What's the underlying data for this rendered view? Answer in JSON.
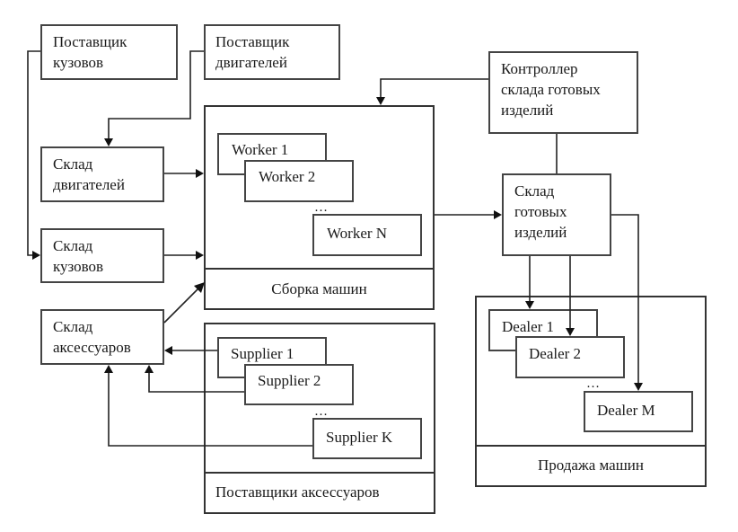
{
  "diagram": {
    "nodes": {
      "body_supplier": {
        "label": "Поставщик\nкузовов"
      },
      "engine_supplier": {
        "label": "Поставщик\nдвигателей"
      },
      "engine_warehouse": {
        "label": "Склад\nдвигателей"
      },
      "body_warehouse": {
        "label": "Склад\nкузовов"
      },
      "accessory_warehouse": {
        "label": "Склад\nаксессуаров"
      },
      "controller": {
        "label": "Контроллер\nсклада готовых\nизделий"
      },
      "finished_warehouse": {
        "label": "Склад\nготовых\nизделий"
      }
    },
    "assembly": {
      "title": "Сборка машин",
      "workers": [
        "Worker 1",
        "Worker 2",
        "Worker N"
      ],
      "ellipsis": "…"
    },
    "accessory_suppliers": {
      "title": "Поставщики аксессуаров",
      "suppliers": [
        "Supplier 1",
        "Supplier 2",
        "Supplier K"
      ],
      "ellipsis": "…"
    },
    "sales": {
      "title": "Продажа машин",
      "dealers": [
        "Dealer 1",
        "Dealer 2",
        "Dealer M"
      ],
      "ellipsis": "…"
    },
    "edges": [
      {
        "from": "Поставщик кузовов",
        "to": "Склад кузовов"
      },
      {
        "from": "Поставщик двигателей",
        "to": "Склад двигателей"
      },
      {
        "from": "Склад двигателей",
        "to": "Сборка машин"
      },
      {
        "from": "Склад кузовов",
        "to": "Сборка машин"
      },
      {
        "from": "Склад аксессуаров",
        "to": "Сборка машин"
      },
      {
        "from": "Supplier 1",
        "to": "Склад аксессуаров"
      },
      {
        "from": "Supplier 2",
        "to": "Склад аксессуаров"
      },
      {
        "from": "Supplier K",
        "to": "Склад аксессуаров"
      },
      {
        "from": "Контроллер склада готовых изделий",
        "to": "Сборка машин"
      },
      {
        "from": "Контроллер склада готовых изделий",
        "to": "Склад готовых изделий",
        "arrow": false
      },
      {
        "from": "Сборка машин",
        "to": "Склад готовых изделий"
      },
      {
        "from": "Склад готовых изделий",
        "to": "Dealer 1"
      },
      {
        "from": "Склад готовых изделий",
        "to": "Dealer 2"
      },
      {
        "from": "Склад готовых изделий",
        "to": "Dealer M"
      }
    ]
  }
}
